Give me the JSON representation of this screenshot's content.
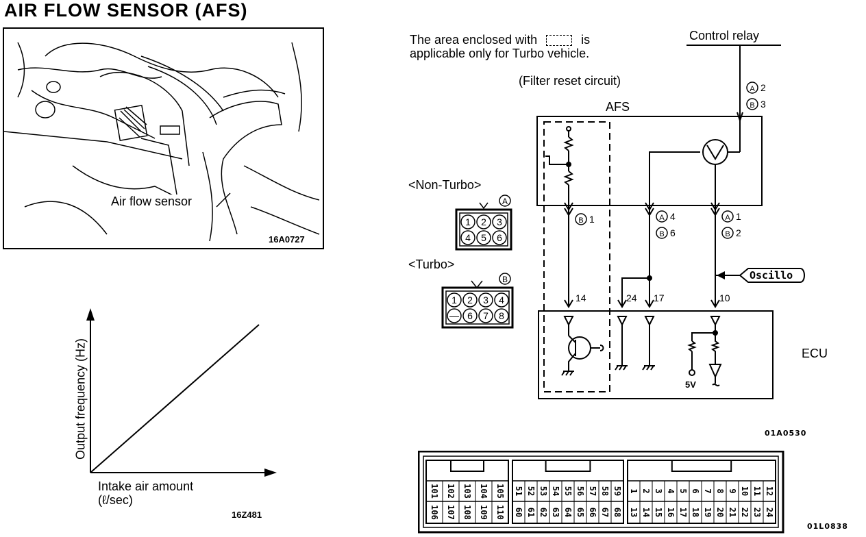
{
  "page_title": "AIR FLOW SENSOR (AFS)",
  "photo": {
    "callout": "Air flow sensor",
    "code": "16A0727"
  },
  "graph": {
    "ylabel": "Output frequency (Hz)",
    "xlabel_line1": "Intake air amount",
    "xlabel_line2": "(ℓ/sec)",
    "code": "16Z481"
  },
  "note": {
    "line1_pre": "The area enclosed with",
    "line1_post": "is",
    "line2": "applicable only for Turbo vehicle."
  },
  "filter_reset": "(Filter reset circuit)",
  "control_relay": "Control relay",
  "afs_label": "AFS",
  "ecu_label": "ECU",
  "oscillo": "Oscillo",
  "five_volt": "5V",
  "non_turbo": {
    "label": "<Non-Turbo>",
    "connector": "A",
    "pins": [
      "1",
      "2",
      "3",
      "4",
      "5",
      "6"
    ]
  },
  "turbo": {
    "label": "<Turbo>",
    "connector": "B",
    "pins": [
      "1",
      "2",
      "3",
      "4",
      "—",
      "6",
      "7",
      "8"
    ]
  },
  "relay_pins": {
    "a": "2",
    "b": "3"
  },
  "afs_pins": [
    {
      "a": "",
      "b": "1"
    },
    {
      "a": "4",
      "b": "6"
    },
    {
      "a": "1",
      "b": "2"
    }
  ],
  "ecu_terminals": [
    "14",
    "24",
    "17",
    "10"
  ],
  "schematic_code": "01A0530",
  "ecu_connector_code": "01L0838",
  "ecu_connector": {
    "block1_top": [
      "101",
      "102",
      "103",
      "104",
      "105"
    ],
    "block1_bottom": [
      "106",
      "107",
      "108",
      "109",
      "110"
    ],
    "block2_top": [
      "51",
      "52",
      "53",
      "54",
      "55",
      "56",
      "57",
      "58",
      "59"
    ],
    "block2_bottom": [
      "60",
      "61",
      "62",
      "63",
      "64",
      "65",
      "66",
      "67",
      "68"
    ],
    "block3_top": [
      "1",
      "2",
      "3",
      "4",
      "5",
      "6",
      "7",
      "8",
      "9",
      "10",
      "11",
      "12"
    ],
    "block3_bottom": [
      "13",
      "14",
      "15",
      "16",
      "17",
      "18",
      "19",
      "20",
      "21",
      "22",
      "23",
      "24"
    ]
  }
}
